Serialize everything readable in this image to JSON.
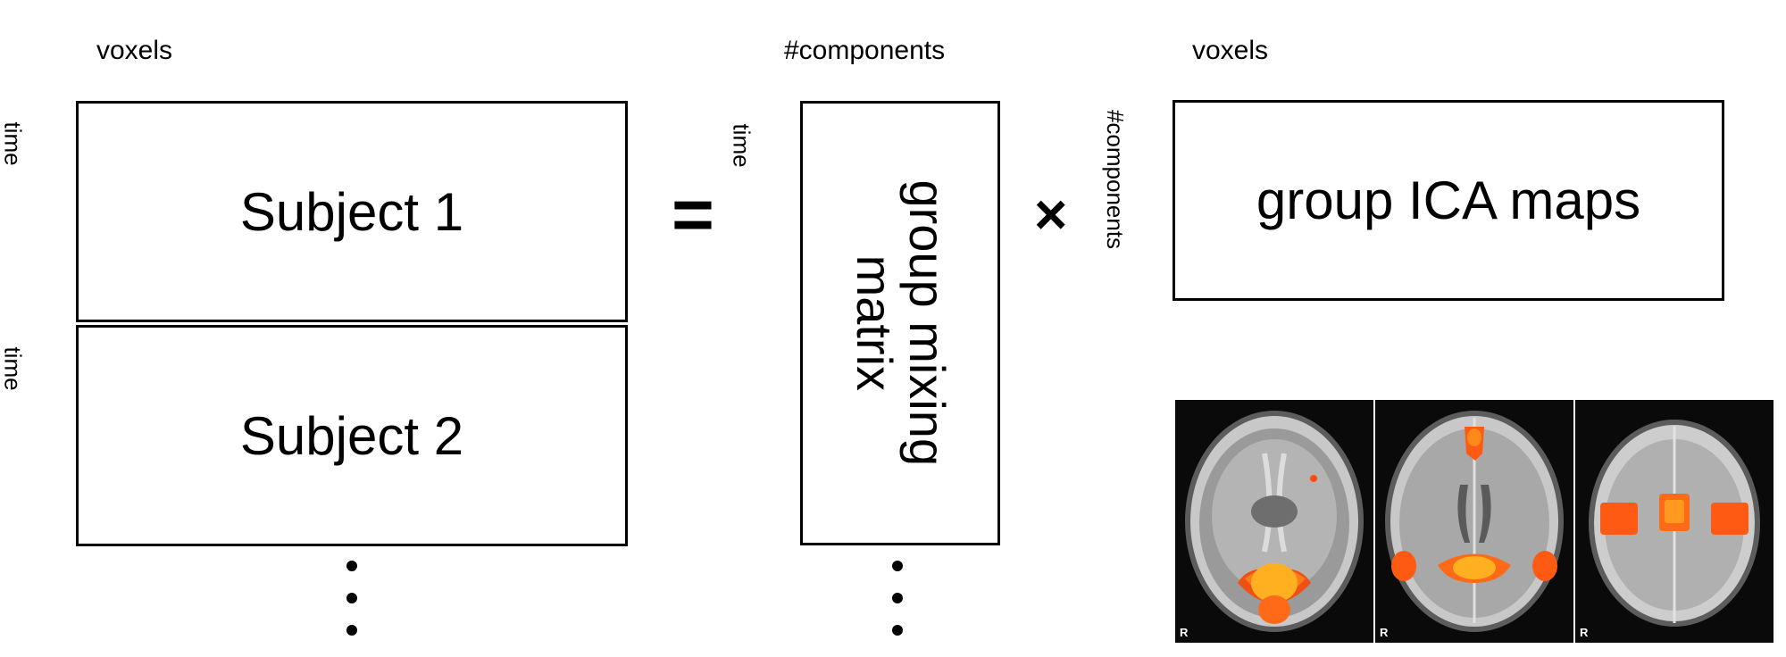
{
  "axis_labels": {
    "voxels_left": "voxels",
    "time_1": "time",
    "time_2": "time",
    "components_top": "#components",
    "time_middle": "time",
    "components_vertical": "#components",
    "voxels_right": "voxels"
  },
  "boxes": {
    "subject_1": "Subject 1",
    "subject_2": "Subject 2",
    "mixing_matrix_line1": "group mixing",
    "mixing_matrix_line2": "matrix",
    "group_ica_maps": "group ICA maps"
  },
  "operators": {
    "equals": "=",
    "times": "×"
  },
  "brain_panels": {
    "slice_1_orientation": "R",
    "slice_2_orientation": "R",
    "slice_3_orientation": "R",
    "activation_color": "#ff5a14",
    "activation_core_color": "#ffb020"
  }
}
